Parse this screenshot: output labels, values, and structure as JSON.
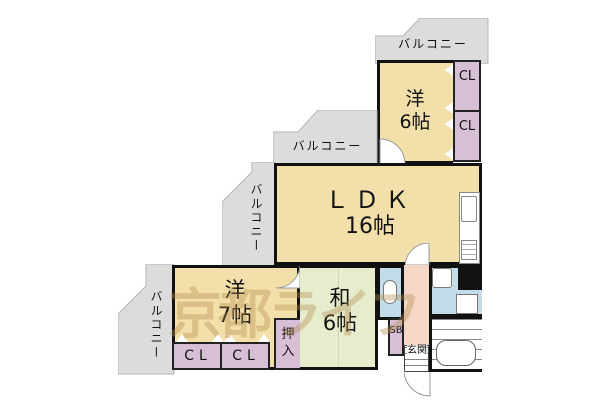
{
  "floorplan": {
    "rooms": {
      "western_top": {
        "type": "洋",
        "size": "6帖"
      },
      "ldk": {
        "type": "ＬＤＫ",
        "size": "16帖"
      },
      "western_left": {
        "type": "洋",
        "size": "7帖"
      },
      "japanese": {
        "type": "和",
        "size": "6帖"
      }
    },
    "balconies": [
      "バルコニー",
      "バルコニー",
      "バルコニー",
      "バルコニー"
    ],
    "closets": [
      "CL",
      "CL",
      "CL",
      "CL"
    ],
    "oshiire": "押入",
    "shoe_box": "SB",
    "entrance": "玄関",
    "watermark": "京都ライフ"
  },
  "colors": {
    "room_yellow": "#f2dfa9",
    "room_green": "#e7eccd",
    "closet": "#d7bfd6",
    "balcony": "#dcdcdc",
    "wet_area": "#c2dcea",
    "wall": "#111111"
  }
}
